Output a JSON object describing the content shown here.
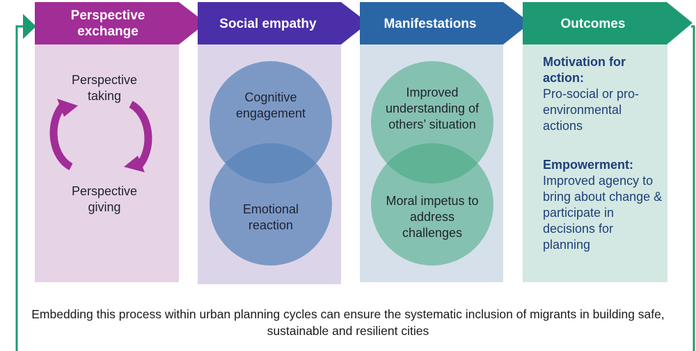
{
  "steps": [
    {
      "title": "Perspective exchange",
      "color": "#a12d96"
    },
    {
      "title": "Social empathy",
      "color": "#4b2fa8"
    },
    {
      "title": "Manifestations",
      "color": "#2a66a6"
    },
    {
      "title": "Outcomes",
      "color": "#1d9a73"
    }
  ],
  "perspective": {
    "taking": "Perspective taking",
    "giving": "Perspective giving"
  },
  "empathy": {
    "cognitive": "Cognitive engagement",
    "emotional": "Emotional reaction"
  },
  "manifestations": {
    "understanding": "Improved understanding of others’ situation",
    "moral": "Moral impetus to address challenges"
  },
  "outcomes": {
    "motivation_heading": "Motivation for action:",
    "motivation_text": "Pro-social or pro-environmental actions",
    "empowerment_heading": "Empowerment:",
    "empowerment_text": "Improved agency to bring about change & participate in decisions for planning"
  },
  "footer": "Embedding this process within urban planning cycles can ensure the systematic inclusion of migrants in building safe, sustainable and resilient cities"
}
